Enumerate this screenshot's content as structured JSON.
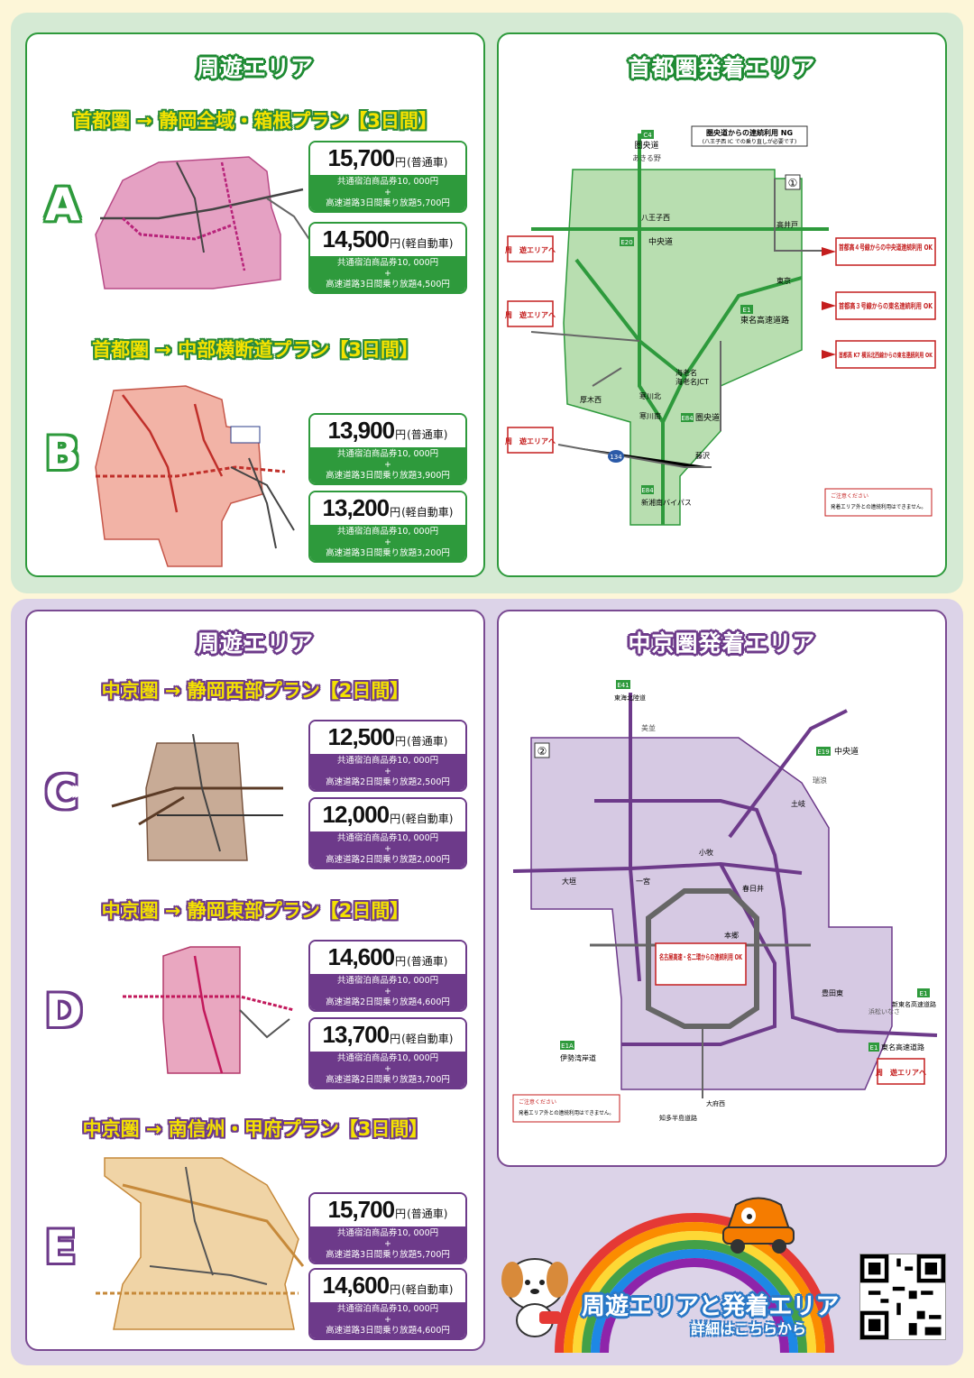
{
  "top": {
    "left_title": "周遊エリア",
    "right_title": "首都圏発着エリア",
    "plans": [
      {
        "title": "首都圏 → 静岡全域・箱根プラン【3日間】",
        "letter": "A",
        "prices": [
          {
            "amount": "15,700",
            "unit": "円",
            "car": "(普通車)",
            "line1": "共通宿泊商品券10, 000円",
            "plus": "+",
            "line2": "高速道路3日間乗り放題5,700円"
          },
          {
            "amount": "14,500",
            "unit": "円",
            "car": "(軽自動車)",
            "line1": "共通宿泊商品券10, 000円",
            "plus": "+",
            "line2": "高速道路3日間乗り放題4,500円"
          }
        ]
      },
      {
        "title": "首都圏 → 中部横断道プラン【3日間】",
        "letter": "B",
        "prices": [
          {
            "amount": "13,900",
            "unit": "円",
            "car": "(普通車)",
            "line1": "共通宿泊商品券10, 000円",
            "plus": "+",
            "line2": "高速道路3日間乗り放題3,900円"
          },
          {
            "amount": "13,200",
            "unit": "円",
            "car": "(軽自動車)",
            "line1": "共通宿泊商品券10, 000円",
            "plus": "+",
            "line2": "高速道路3日間乗り放題3,200円"
          }
        ]
      }
    ],
    "map": {
      "badge": "①",
      "ng_note": "圏央道からの連続利用 NG",
      "ng_sub": "(八王子西 IC での乗り直しが必要です)",
      "c4": "C4",
      "c4_name": "圏央道",
      "akiruno": "あきる野",
      "hachioji_nishi": "八王子西",
      "e20": "E20",
      "e20_name": "中央道",
      "e1": "E1",
      "e1_name": "東名高速道路",
      "e84": "E84",
      "e84_name": "圏央道",
      "e84b": "E84",
      "e84b_name": "新湘南バイパス",
      "takaido": "高井戸",
      "tokyo": "東京",
      "atsugi_nishi": "厚木西",
      "samukawa_kita": "寒川北",
      "samukawa_minami": "寒川南",
      "fujisawa": "藤沢",
      "ebina": "海老名",
      "ebina_jct": "海老名JCT",
      "route134": "134",
      "link1": "首都高４号線からの中央道連続利用 OK",
      "link2": "首都高３号線からの東名連続利用 OK",
      "link3": "首都高 K7 横浜北西線からの東名連続利用 OK",
      "to_area1": "周　遊エリアへ",
      "to_area2": "周　遊エリアへ",
      "to_area3": "周　遊エリアへ",
      "caution_title": "ご注意ください",
      "caution": "発着エリア外との連続利用はできません。"
    }
  },
  "bottom": {
    "left_title": "周遊エリア",
    "right_title": "中京圏発着エリア",
    "plans": [
      {
        "title": "中京圏 → 静岡西部プラン【2日間】",
        "letter": "C",
        "prices": [
          {
            "amount": "12,500",
            "unit": "円",
            "car": "(普通車)",
            "line1": "共通宿泊商品券10, 000円",
            "plus": "+",
            "line2": "高速道路2日間乗り放題2,500円"
          },
          {
            "amount": "12,000",
            "unit": "円",
            "car": "(軽自動車)",
            "line1": "共通宿泊商品券10, 000円",
            "plus": "+",
            "line2": "高速道路2日間乗り放題2,000円"
          }
        ]
      },
      {
        "title": "中京圏 → 静岡東部プラン【2日間】",
        "letter": "D",
        "prices": [
          {
            "amount": "14,600",
            "unit": "円",
            "car": "(普通車)",
            "line1": "共通宿泊商品券10, 000円",
            "plus": "+",
            "line2": "高速道路2日間乗り放題4,600円"
          },
          {
            "amount": "13,700",
            "unit": "円",
            "car": "(軽自動車)",
            "line1": "共通宿泊商品券10, 000円",
            "plus": "+",
            "line2": "高速道路2日間乗り放題3,700円"
          }
        ]
      },
      {
        "title": "中京圏 → 南信州・甲府プラン【3日間】",
        "letter": "E",
        "prices": [
          {
            "amount": "15,700",
            "unit": "円",
            "car": "(普通車)",
            "line1": "共通宿泊商品券10, 000円",
            "plus": "+",
            "line2": "高速道路3日間乗り放題5,700円"
          },
          {
            "amount": "14,600",
            "unit": "円",
            "car": "(軽自動車)",
            "line1": "共通宿泊商品券10, 000円",
            "plus": "+",
            "line2": "高速道路3日間乗り放題4,600円"
          }
        ]
      }
    ],
    "map": {
      "badge": "②",
      "e41": "E41",
      "e41_name": "東海北陸道",
      "mino": "美並",
      "e19": "E19",
      "e19_name": "中央道",
      "mizunami": "瑞浪",
      "toki": "土岐",
      "e1a": "E1A",
      "e1a_name": "伊勢湾岸道",
      "e1": "E1",
      "e1_name": "東名高速道路",
      "e1b": "E1",
      "e1b_name": "新東名高速道路",
      "hamamatsu": "浜松いなさ",
      "toyota": "豊田東",
      "chita": "知多半島道路",
      "obu": "大府西",
      "nagoya_note": "名古屋高速・名二環からの連続利用 OK",
      "honbu": "本郷",
      "ichinomiya": "一宮",
      "komaki": "小牧",
      "kasugai": "春日井",
      "ogaki": "大垣",
      "to_area": "周　遊エリアへ",
      "caution_title": "ご注意ください",
      "caution": "発着エリア外との連続利用はできません。"
    },
    "footer": {
      "headline": "周遊エリアと発着エリア",
      "sub": "詳細はこちらから"
    }
  },
  "colors": {
    "green": "#2e9a3c",
    "purple": "#6d3a8a",
    "pink": "#e5a1c3",
    "salmon": "#f2b3a6",
    "brown": "#c8ab96",
    "yellow": "#f4e200",
    "map_green": "#b8deb0",
    "map_purple": "#d6c9e3"
  }
}
